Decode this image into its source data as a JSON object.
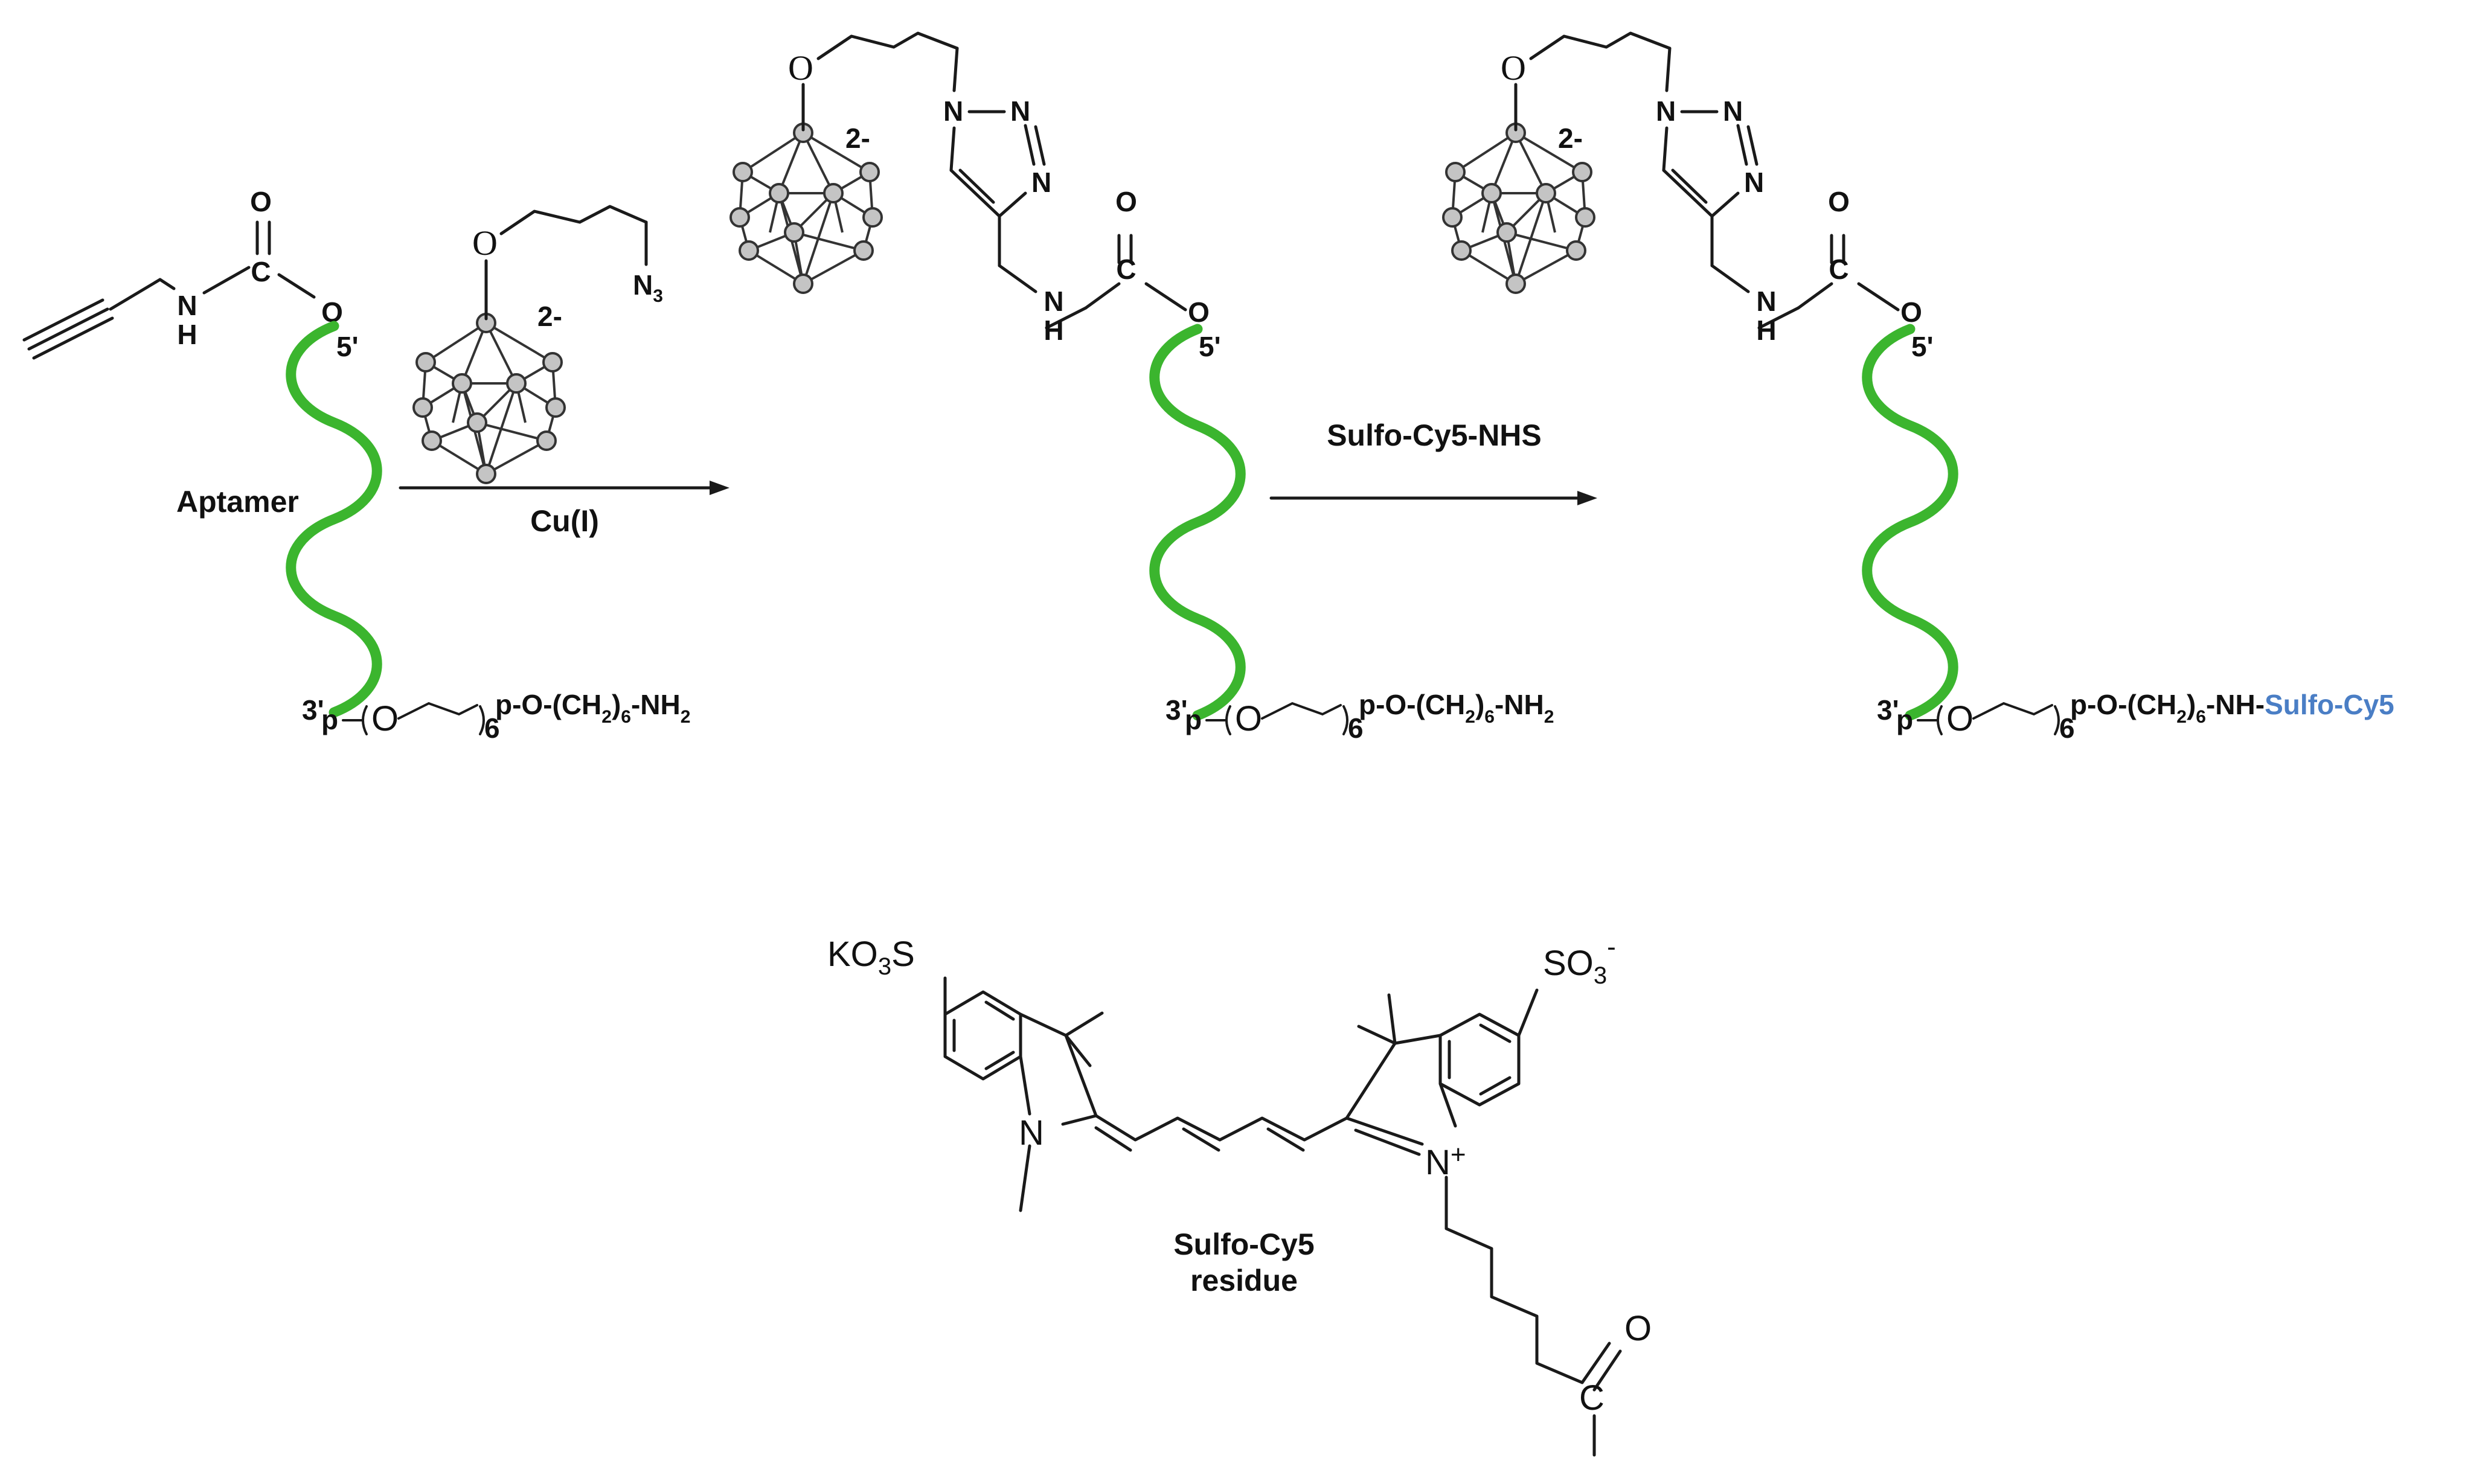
{
  "colors": {
    "aptamer": "#3bb52e",
    "reagent": "#4a7ec5",
    "bond": "#1a1a1a",
    "boron_vertex": "#c4c4c4"
  },
  "labels": {
    "aptamer": "Aptamer",
    "step1_reagent": "Cu(I)",
    "step2_reagent": "Sulfo-Cy5-NHS",
    "dye_line1": "Sulfo-Cy5",
    "dye_line2": "residue"
  },
  "atoms": {
    "O": "O",
    "C": "C",
    "N": "N",
    "H": "H",
    "NH": "NH",
    "N3": "N",
    "N3_sub": "3",
    "charge": "2-",
    "five_prime": "5'",
    "three_prime": "3'"
  },
  "linker": {
    "p": "p",
    "peg_o": "O",
    "peg_sub": "6",
    "tail1": "p-O-(CH",
    "ch2_sub": "2",
    "sub6": "6",
    "tail2": "-NH",
    "nh2_sub": "2",
    "tail3": "-NH-",
    "cy5": "Sulfo-Cy5"
  },
  "cy5_atoms": {
    "left_group": "KO",
    "left_sub": "3",
    "left_s": "S",
    "right_group": "SO",
    "right_sub": "3",
    "right_charge": "-",
    "N": "N",
    "N_plus": "+",
    "O": "O",
    "C": "C"
  }
}
